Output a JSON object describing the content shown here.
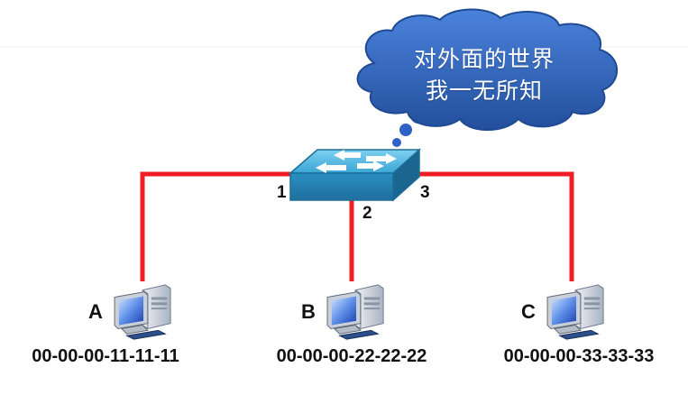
{
  "bubble": {
    "line1": "对外面的世界",
    "line2": "我一无所知",
    "fill": "#2f62c4"
  },
  "switch": {
    "ports": {
      "p1": "1",
      "p2": "2",
      "p3": "3"
    },
    "color": "#3aa6d6"
  },
  "link_color": "#ee1c24",
  "hosts": [
    {
      "label": "A",
      "mac": "00-00-00-11-11-11",
      "icon": "desktop-computer-icon"
    },
    {
      "label": "B",
      "mac": "00-00-00-22-22-22",
      "icon": "desktop-computer-icon"
    },
    {
      "label": "C",
      "mac": "00-00-00-33-33-33",
      "icon": "desktop-computer-icon"
    }
  ]
}
